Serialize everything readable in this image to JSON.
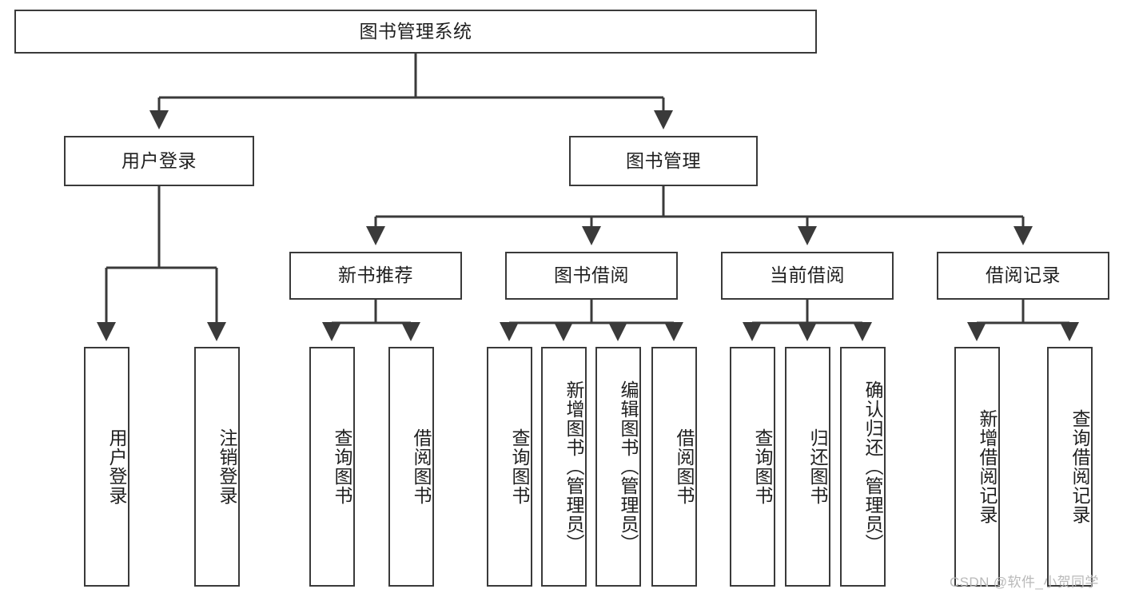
{
  "diagram": {
    "title": "图书管理系统",
    "type": "tree-hierarchy-chart",
    "watermark": "CSDN @软件_小贺同学",
    "colors": {
      "box_border": "#3a3a3a",
      "box_fill": "#ffffff",
      "connector": "#3a3a3a",
      "text": "#1f1f1f",
      "watermark": "#b9b9b9",
      "background": "#ffffff"
    },
    "levels": {
      "level0": "系统根节点",
      "level1": "主功能模块",
      "level2": "子功能模块",
      "level3": "操作叶节点"
    },
    "nodes": {
      "root": "图书管理系统",
      "user_login": "用户登录",
      "book_manage": "图书管理",
      "new_book_rec": "新书推荐",
      "book_borrow": "图书借阅",
      "current_borrow": "当前借阅",
      "borrow_record": "借阅记录",
      "leaf_user_login": "用户登录",
      "leaf_user_logout": "注销登录",
      "leaf_query_book_1": "查询图书",
      "leaf_borrow_book_1": "借阅图书",
      "leaf_query_book_2": "查询图书",
      "leaf_add_book": "新增图书（管理员）",
      "leaf_edit_book": "编辑图书（管理员）",
      "leaf_borrow_book_2": "借阅图书",
      "leaf_query_book_3": "查询图书",
      "leaf_return_book": "归还图书",
      "leaf_confirm_return": "确认归还（管理员）",
      "leaf_add_record": "新增借阅记录",
      "leaf_query_record": "查询借阅记录"
    },
    "edges": [
      {
        "from": "root",
        "to": "user_login"
      },
      {
        "from": "root",
        "to": "book_manage"
      },
      {
        "from": "book_manage",
        "to": "new_book_rec"
      },
      {
        "from": "book_manage",
        "to": "book_borrow"
      },
      {
        "from": "book_manage",
        "to": "current_borrow"
      },
      {
        "from": "book_manage",
        "to": "borrow_record"
      },
      {
        "from": "user_login",
        "to": "leaf_user_login"
      },
      {
        "from": "user_login",
        "to": "leaf_user_logout"
      },
      {
        "from": "new_book_rec",
        "to": "leaf_query_book_1"
      },
      {
        "from": "new_book_rec",
        "to": "leaf_borrow_book_1"
      },
      {
        "from": "book_borrow",
        "to": "leaf_query_book_2"
      },
      {
        "from": "book_borrow",
        "to": "leaf_add_book"
      },
      {
        "from": "book_borrow",
        "to": "leaf_edit_book"
      },
      {
        "from": "book_borrow",
        "to": "leaf_borrow_book_2"
      },
      {
        "from": "current_borrow",
        "to": "leaf_query_book_3"
      },
      {
        "from": "current_borrow",
        "to": "leaf_return_book"
      },
      {
        "from": "current_borrow",
        "to": "leaf_confirm_return"
      },
      {
        "from": "borrow_record",
        "to": "leaf_add_record"
      },
      {
        "from": "borrow_record",
        "to": "leaf_query_record"
      }
    ]
  }
}
